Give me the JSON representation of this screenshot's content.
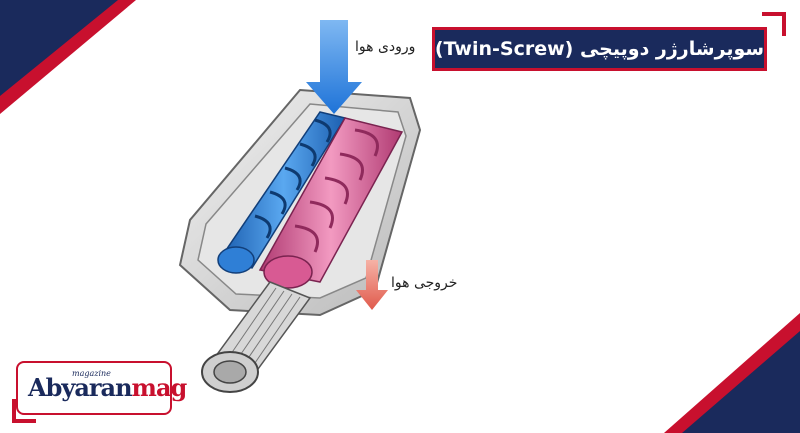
{
  "title": "سوپرشارژر دوپیچی (Twin-Screw)",
  "labels": {
    "air_inlet": "ورودی هوا",
    "air_outlet": "خروجی هوا"
  },
  "logo": {
    "main_prefix": "Abyaran",
    "main_suffix": "mag",
    "small": "magazine"
  },
  "colors": {
    "navy": "#1a2a5c",
    "red": "#c8102e",
    "rotor_blue": "#2f7fd6",
    "rotor_pink": "#d85a93",
    "inlet_arrow": "#1e73d8",
    "outlet_arrow": "#e05a4c"
  },
  "icons": [
    "twin-screw-supercharger-illustration",
    "air-inlet-arrow-icon",
    "air-outlet-arrow-icon",
    "brand-logo-icon"
  ]
}
